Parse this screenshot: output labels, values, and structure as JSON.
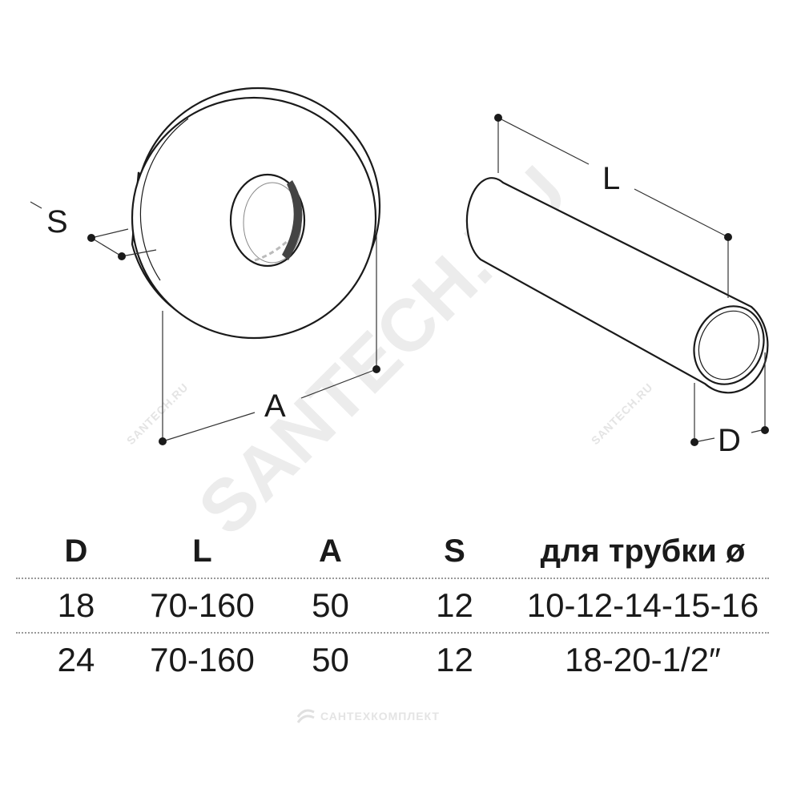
{
  "watermark": {
    "main": "SANTECH.RU",
    "small_left": "SANTECH.RU",
    "small_right": "SANTECH.RU",
    "brand": "САНТЕХКОМПЛЕКТ"
  },
  "diagram": {
    "labels": {
      "S": "S",
      "A": "A",
      "L": "L",
      "D": "D"
    }
  },
  "table": {
    "headers": [
      "D",
      "L",
      "A",
      "S",
      "для трубки ø"
    ],
    "rows": [
      [
        "18",
        "70-160",
        "50",
        "12",
        "10-12-14-15-16"
      ],
      [
        "24",
        "70-160",
        "50",
        "12",
        "18-20-1/2″"
      ]
    ]
  }
}
